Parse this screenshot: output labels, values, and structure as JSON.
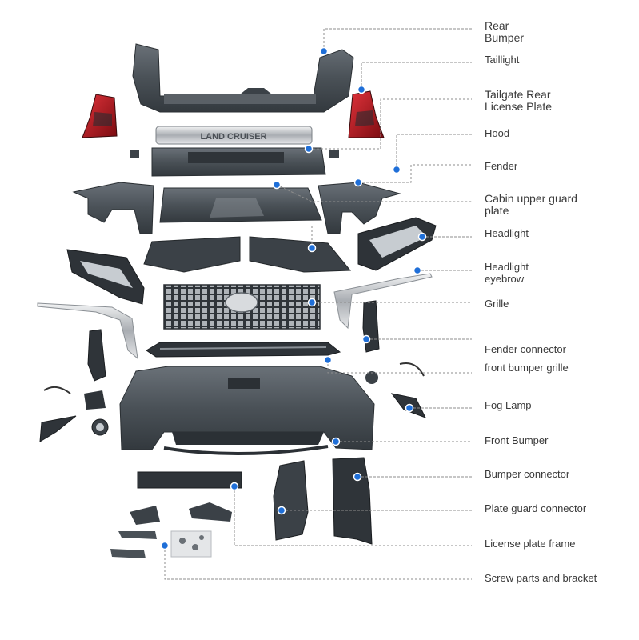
{
  "colors": {
    "part_dark": "#3b4147",
    "part_mid": "#5c636a",
    "part_light": "#8a9096",
    "chrome": "#c9ccd0",
    "taillight_red": "#b3141c",
    "dot_blue": "#1f6fd8",
    "leader": "#8c8c8c",
    "label_text": "#3a3a3a"
  },
  "labels": [
    {
      "id": "rear-bumper",
      "text": "Rear\nBumper"
    },
    {
      "id": "taillight",
      "text": "Taillight"
    },
    {
      "id": "tailgate-rear-license-plate",
      "text": "Tailgate Rear\nLicense Plate"
    },
    {
      "id": "hood",
      "text": "Hood"
    },
    {
      "id": "fender",
      "text": "Fender"
    },
    {
      "id": "cabin-upper-guard-plate",
      "text": "Cabin upper guard\nplate"
    },
    {
      "id": "headlight",
      "text": "Headlight"
    },
    {
      "id": "headlight-eyebrow",
      "text": "Headlight\neyebrow"
    },
    {
      "id": "grille",
      "text": "Grille"
    },
    {
      "id": "fender-connector",
      "text": "Fender connector"
    },
    {
      "id": "front-bumper-grille",
      "text": "front bumper grille"
    },
    {
      "id": "fog-lamp",
      "text": "Fog Lamp"
    },
    {
      "id": "front-bumper",
      "text": "Front Bumper"
    },
    {
      "id": "bumper-connector",
      "text": "Bumper connector"
    },
    {
      "id": "plate-guard-connector",
      "text": "Plate guard connector"
    },
    {
      "id": "license-plate-frame",
      "text": "License plate frame"
    },
    {
      "id": "screw-parts-and-bracket",
      "text": "Screw parts and bracket"
    }
  ],
  "license_plate_text": "LAND CRUISER"
}
